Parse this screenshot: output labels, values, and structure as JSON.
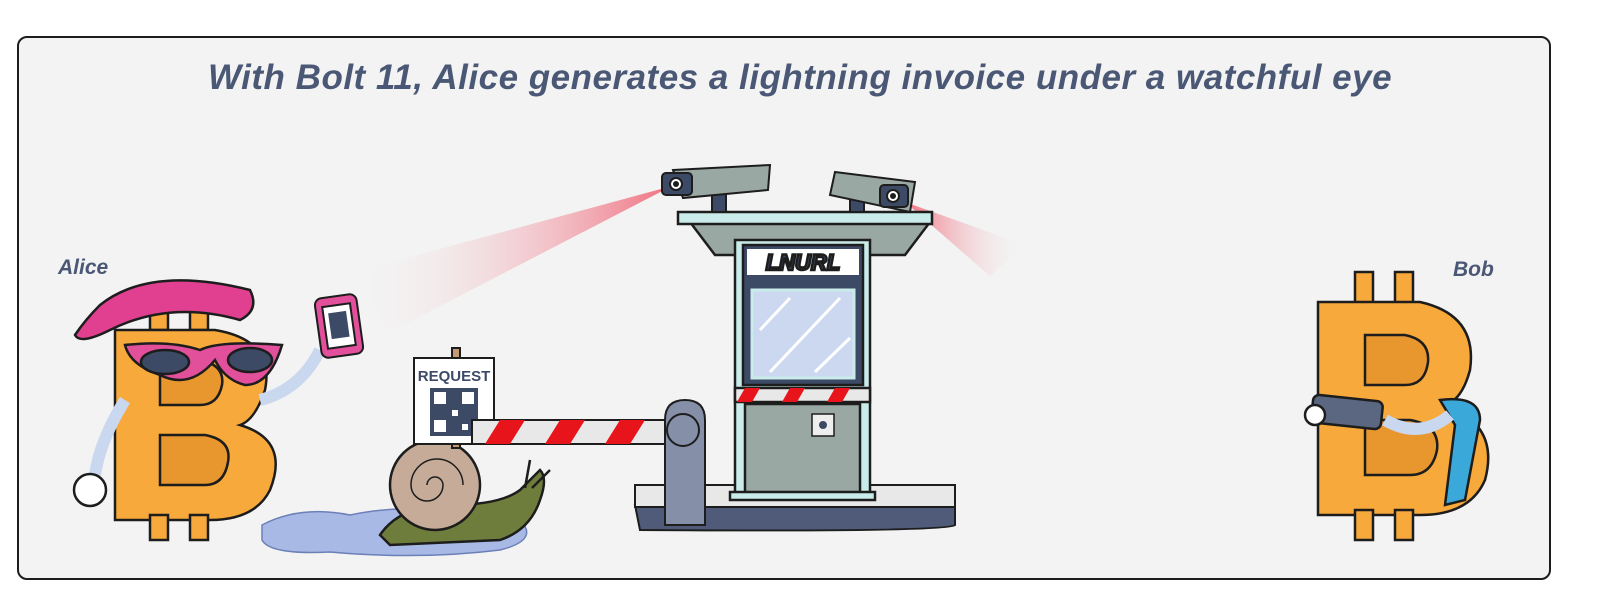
{
  "title": "With Bolt 11, Alice generates a lightning invoice under a watchful eye",
  "characters": {
    "alice": "Alice",
    "bob": "Bob"
  },
  "sign": {
    "text": "REQUEST"
  },
  "booth": {
    "label": "LNURL"
  },
  "colors": {
    "title": "#4a5876",
    "bitcoin": "#f7a93b",
    "barrier_red": "#e8141b",
    "booth": "#9aa8a4",
    "beam": "#f08a95"
  }
}
